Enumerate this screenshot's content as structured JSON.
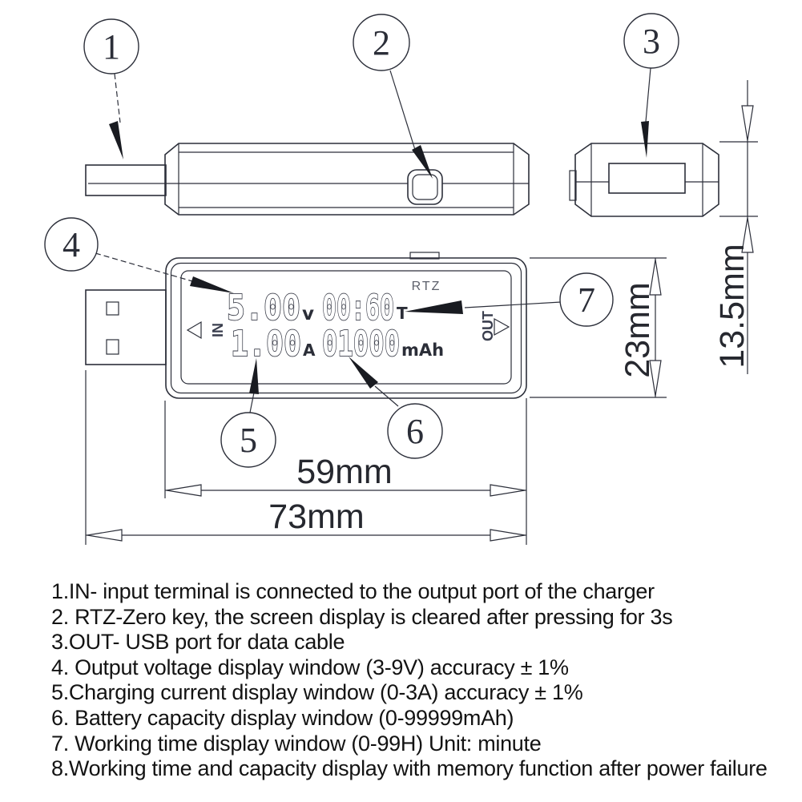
{
  "figure": {
    "callouts": {
      "n1": "1",
      "n2": "2",
      "n3": "3",
      "n4": "4",
      "n5": "5",
      "n6": "6",
      "n7": "7"
    },
    "screen": {
      "rtz_label": "RTZ",
      "voltage": "5.00",
      "voltage_unit": "v",
      "time": "00:60",
      "time_unit": "T",
      "current": "1.00",
      "current_unit": "A",
      "capacity": "01000",
      "capacity_unit": "mAh",
      "in_label": "IN",
      "out_label": "OUT"
    },
    "dimensions": {
      "display_width": "59mm",
      "total_length": "73mm",
      "body_height": "23mm",
      "thickness": "13.5mm"
    },
    "line_color": "#2c2f3a"
  },
  "notes": {
    "items": [
      "1.IN- input terminal is connected to the output port of the charger",
      "2. RTZ-Zero key, the screen display is cleared after pressing for 3s",
      "3.OUT- USB port for data cable",
      "4. Output voltage display window (3-9V) accuracy ± 1%",
      "5.Charging current display window (0-3A) accuracy ± 1%",
      "6. Battery capacity display window (0-99999mAh)",
      "7. Working time display window (0-99H) Unit: minute",
      "8.Working time and capacity display with memory function after power failure"
    ]
  }
}
